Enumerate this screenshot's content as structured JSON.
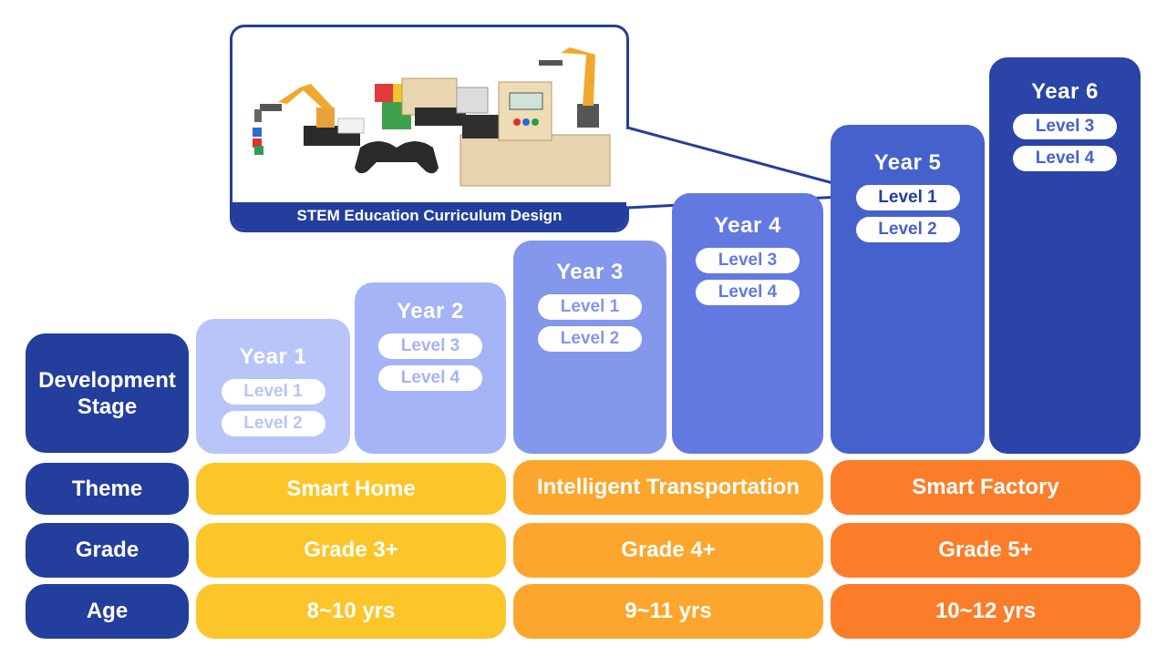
{
  "callout": {
    "caption": "STEM Education Curriculum Design"
  },
  "row_labels": {
    "development_stage": "Development Stage",
    "theme": "Theme",
    "grade": "Grade",
    "age": "Age"
  },
  "years": [
    {
      "title": "Year 1",
      "levels": [
        "Level 1",
        "Level 2"
      ]
    },
    {
      "title": "Year 2",
      "levels": [
        "Level 3",
        "Level 4"
      ]
    },
    {
      "title": "Year 3",
      "levels": [
        "Level 1",
        "Level 2"
      ]
    },
    {
      "title": "Year 4",
      "levels": [
        "Level 3",
        "Level 4"
      ]
    },
    {
      "title": "Year 5",
      "levels": [
        "Level 1",
        "Level 2"
      ]
    },
    {
      "title": "Year 6",
      "levels": [
        "Level 3",
        "Level 4"
      ]
    }
  ],
  "themes": [
    "Smart Home",
    "Intelligent Transportation",
    "Smart Factory"
  ],
  "grades": [
    "Grade 3+",
    "Grade 4+",
    "Grade 5+"
  ],
  "ages": [
    "8~10 yrs",
    "9~11 yrs",
    "10~12 yrs"
  ],
  "colors": {
    "navy": "#233e9c",
    "year1": "#b9c5f9",
    "year2": "#a4b4f6",
    "year3": "#8397ec",
    "year4": "#6279e2",
    "year5": "#4561cc",
    "year6": "#2b44a8",
    "yellow": "#fcc52a",
    "orange_mid": "#fca62d",
    "orange_dark": "#fb7d2a"
  }
}
